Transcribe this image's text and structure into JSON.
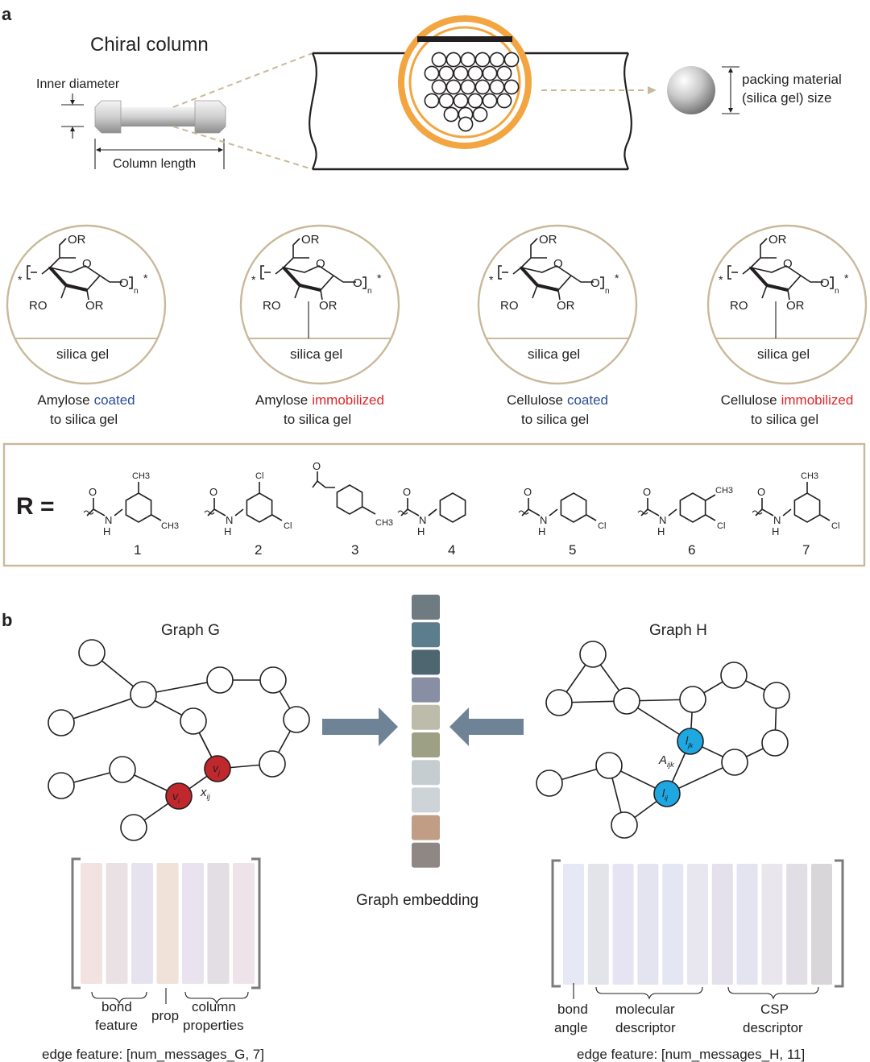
{
  "panels": {
    "a": "a",
    "b": "b"
  },
  "column": {
    "title": "Chiral column",
    "inner_diameter": "Inner diameter",
    "column_length": "Column length",
    "packing_line1": "packing material",
    "packing_line2": "(silica gel) size"
  },
  "csp": [
    {
      "polymer": "Amylose",
      "mode": "coated",
      "mode_color": "#2b4c9b",
      "suffix": "to silica gel",
      "support": "silica gel",
      "immobilized": false
    },
    {
      "polymer": "Amylose",
      "mode": "immobilized",
      "mode_color": "#e0262a",
      "suffix": "to silica gel",
      "support": "silica gel",
      "immobilized": true
    },
    {
      "polymer": "Cellulose",
      "mode": "coated",
      "mode_color": "#2b4c9b",
      "suffix": "to silica gel",
      "support": "silica gel",
      "immobilized": false
    },
    {
      "polymer": "Cellulose",
      "mode": "immobilized",
      "mode_color": "#e0262a",
      "suffix": "to silica gel",
      "support": "silica gel",
      "immobilized": true
    }
  ],
  "chem": {
    "or": "OR",
    "ro": "RO",
    "o": "O",
    "n": "n",
    "star": "*",
    "nh": "N",
    "h": "H",
    "ch3": "CH3",
    "cl": "Cl"
  },
  "r_groups": {
    "label": "R =",
    "items": [
      {
        "num": "1"
      },
      {
        "num": "2"
      },
      {
        "num": "3"
      },
      {
        "num": "4"
      },
      {
        "num": "5"
      },
      {
        "num": "6"
      },
      {
        "num": "7"
      }
    ]
  },
  "graph_g": {
    "title": "Graph G",
    "vi": "v",
    "vi_sub": "i",
    "vj": "v",
    "vj_sub": "j",
    "xij": "x",
    "xij_sub": "ij",
    "node_color": "#c0282d",
    "bond_feature_1": "bond",
    "bond_feature_2": "feature",
    "prop": "prop",
    "column_properties_1": "column",
    "column_properties_2": "properties",
    "edge_feature": "edge feature: [num_messages_G, 7]"
  },
  "graph_h": {
    "title": "Graph H",
    "lij": "l",
    "lij_sub": "ij",
    "ljk": "l",
    "ljk_sub": "jk",
    "aijk": "A",
    "aijk_sub": "ijk",
    "node_color": "#1ea7e1",
    "bond_angle_1": "bond",
    "bond_angle_2": "angle",
    "molecular_descriptor_1": "molecular",
    "molecular_descriptor_2": "descriptor",
    "csp_descriptor_1": "CSP",
    "csp_descriptor_2": "descriptor",
    "edge_feature": "edge feature: [num_messages_H, 11]"
  },
  "embedding": {
    "label": "Graph embedding",
    "colors": [
      "#6e7b80",
      "#5b7d8c",
      "#4d6670",
      "#888ea3",
      "#bdbcaa",
      "#9ea086",
      "#c6cdd1",
      "#cdd3d6",
      "#c29d86",
      "#8e8784"
    ]
  },
  "feature_g_colors": [
    "#f2e2e1",
    "#e9e1e3",
    "#e6e3ee",
    "#f0e2d8",
    "#e9e3ef",
    "#e3dee3",
    "#efe3ea"
  ],
  "feature_h_colors": [
    "#e6e8f6",
    "#e3e3ea",
    "#e6e4f2",
    "#e4e3f0",
    "#e5e6f3",
    "#e8e7ef",
    "#e5e1ec",
    "#e4e4f0",
    "#e9e6ee",
    "#e2dee6",
    "#d8d6d8"
  ],
  "arrow_color": "#6e8496",
  "gold_color": "#c9b99a",
  "orange_color": "#f2a540"
}
